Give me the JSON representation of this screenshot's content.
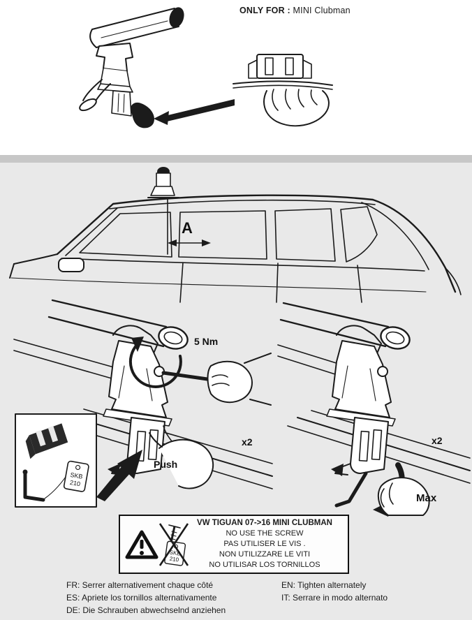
{
  "header": {
    "only_for_label": "ONLY FOR :",
    "only_for_value": "MINI Clubman"
  },
  "car_section": {
    "dimension_label": "A"
  },
  "left_panel": {
    "torque_label": "5 Nm",
    "quantity_label": "x2",
    "push_label": "Push",
    "kit_tag_line1": "SKB",
    "kit_tag_line2": "210"
  },
  "right_panel": {
    "quantity_label": "x2",
    "max_label": "Max"
  },
  "warning_box": {
    "title": "VW TIGUAN 07->16 MINI CLUBMAN",
    "line1": "NO USE THE SCREW",
    "line2": "PAS UTILISER LE VIS .",
    "line3": "NON UTILIZZARE LE VITI",
    "line4": "NO UTILISAR LOS TORNILLOS",
    "tag_line1": "SKB",
    "tag_line2": "210"
  },
  "footer": {
    "fr": "FR: Serrer alternativement chaque côté",
    "es": "ES: Apriete los tornillos alternativamente",
    "de": "DE: Die Schrauben abwechselnd anziehen",
    "en": "EN: Tighten alternately",
    "it": "IT: Serrare in modo alternato"
  },
  "colors": {
    "ink": "#1b1b1b",
    "background_top": "#ffffff",
    "background_main": "#e9e9e9",
    "divider": "#c7c7c7"
  }
}
